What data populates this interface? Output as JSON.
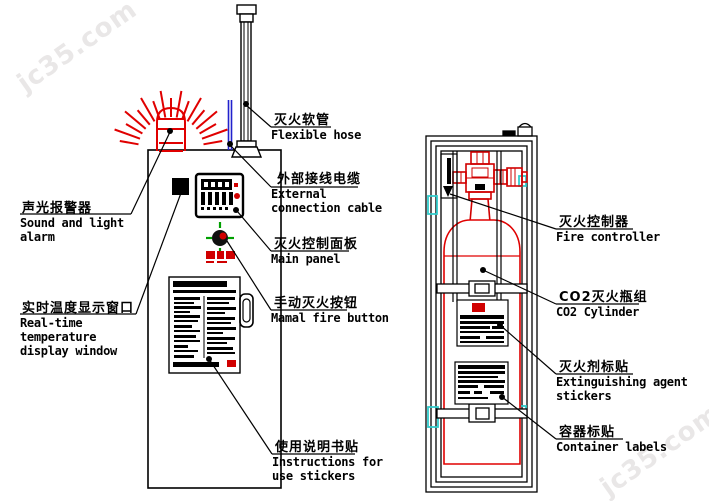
{
  "watermark": {
    "text": "jc35.com"
  },
  "colors": {
    "line_art_red": "#e00000",
    "cable_blue": "#2222cc",
    "bracket_cyan": "#33cccc",
    "button_green": "#00a000",
    "watermark_gray": "#e9e7e7"
  },
  "labels": {
    "sound_alarm": {
      "zh": "声光报警器",
      "en1": "Sound and light",
      "en2": "alarm"
    },
    "temp_window": {
      "zh": "实时温度显示窗口",
      "en1": "Real-time",
      "en2": "temperature",
      "en3": "display window"
    },
    "hose": {
      "zh": "灭火软管",
      "en1": "Flexible hose"
    },
    "cable": {
      "zh": "外部接线电缆",
      "en1": "External",
      "en2": "connection cable"
    },
    "panel": {
      "zh": "灭火控制面板",
      "en1": "Main panel"
    },
    "button": {
      "zh": "手动灭火按钮",
      "en1": "Mamal fire button"
    },
    "instructions": {
      "zh": "使用说明书贴",
      "en1": "Instructions for",
      "en2": "use stickers"
    },
    "controller": {
      "zh": "灭火控制器",
      "en1": "Fire controller"
    },
    "cylinder": {
      "zh": "CO2灭火瓶组",
      "en1": "CO2 Cylinder"
    },
    "agent": {
      "zh": "灭火剂标贴",
      "en1": "Extinguishing agent",
      "en2": "stickers"
    },
    "container": {
      "zh": "容器标贴",
      "en1": "Container labels"
    }
  }
}
